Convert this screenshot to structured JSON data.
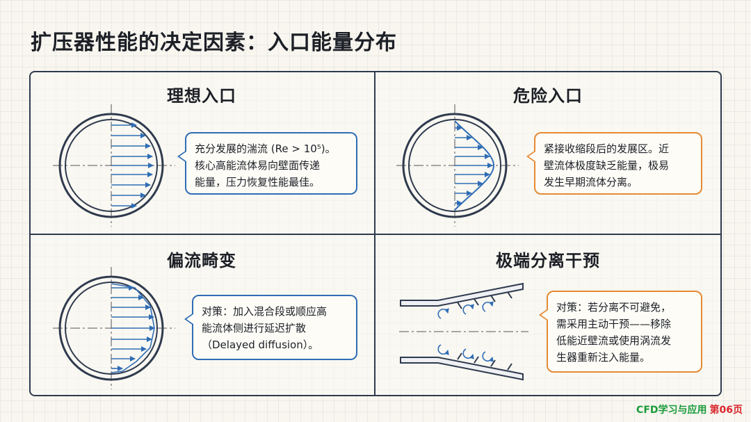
{
  "title": "扩压器性能的决定因素：入口能量分布",
  "quadrants": [
    {
      "title": "理想入口",
      "callout_lines": [
        "充分发展的湍流 (Re > 10⁵)。",
        "核心高能流体易向壁面传递",
        "能量，压力恢复性能最佳。"
      ]
    },
    {
      "title": "危险入口",
      "callout_lines": [
        "紧接收缩段后的发展区。近",
        "壁流体极度缺乏能量，极易",
        "发生早期流体分离。"
      ]
    },
    {
      "title": "偏流畸变",
      "callout_lines": [
        "对策：加入混合段或顺应高",
        "能流体侧进行延迟扩散",
        "（Delayed diffusion）。"
      ]
    },
    {
      "title": "极端分离干预",
      "callout_lines": [
        "对策：若分离不可避免，",
        "需采用主动干预——移除",
        "低能近壁流或使用涡流发",
        "生器重新注入能量。"
      ]
    }
  ],
  "colors": {
    "accent_blue": "#2f6db5",
    "accent_orange": "#e58a33",
    "line_dark": "#2f3a4e",
    "footer_green": "#1a9b3a",
    "footer_red": "#d9262c"
  },
  "footer": {
    "brand": "CFD学习与应用",
    "page": "第06页"
  }
}
